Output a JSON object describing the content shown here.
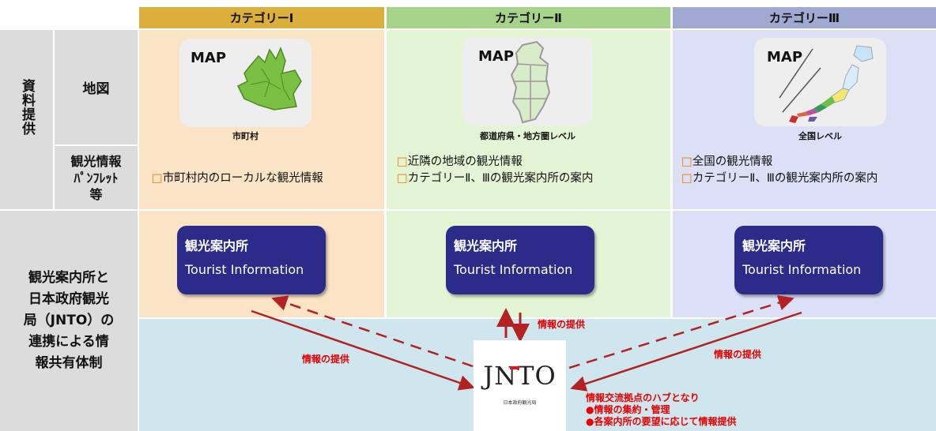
{
  "headers": {
    "cat1": "カテゴリーⅠ",
    "cat2": "カテゴリーⅡ",
    "cat3": "カテゴリーⅢ"
  },
  "left": {
    "section1": "資料提供",
    "map_label": "地図",
    "pamphlet_label": "観光情報\nﾊﾟﾝﾌﾚｯﾄ\n等",
    "section2": "観光案内所と\n日本政府観光\n局（JNTO）の\n連携による情\n報共有体制"
  },
  "maps": [
    {
      "title": "MAP",
      "caption": "市町村"
    },
    {
      "title": "MAP",
      "caption": "都道府県・地方圏レベル"
    },
    {
      "title": "MAP",
      "caption": "全国レベル"
    }
  ],
  "info": {
    "cat1": [
      "市町村内のローカルな観光情報"
    ],
    "cat2": [
      "近隣の地域の観光情報",
      "カテゴリーⅡ、Ⅲの観光案内所の案内"
    ],
    "cat3": [
      "全国の観光情報",
      "カテゴリーⅡ、Ⅲの観光案内所の案内"
    ],
    "bullet": "□"
  },
  "tourist_info": {
    "ja": "観光案内所",
    "en": "Tourist Information"
  },
  "flow": {
    "label_left": "情報の提供",
    "label_center": "情報の提供",
    "label_right": "情報の提供",
    "hub_lines": [
      "情報交流拠点のハブとなり",
      "●情報の集約・管理",
      "●各案内所の要望に応じて情報提供"
    ]
  },
  "jnto": {
    "logo": "JNTO",
    "sub": "日本政府観光局"
  },
  "colors": {
    "accent_red": "#e60000",
    "bullet_orange": "#f07800",
    "arrow": "#b22222",
    "ti_bg": "#2b2b8a"
  }
}
